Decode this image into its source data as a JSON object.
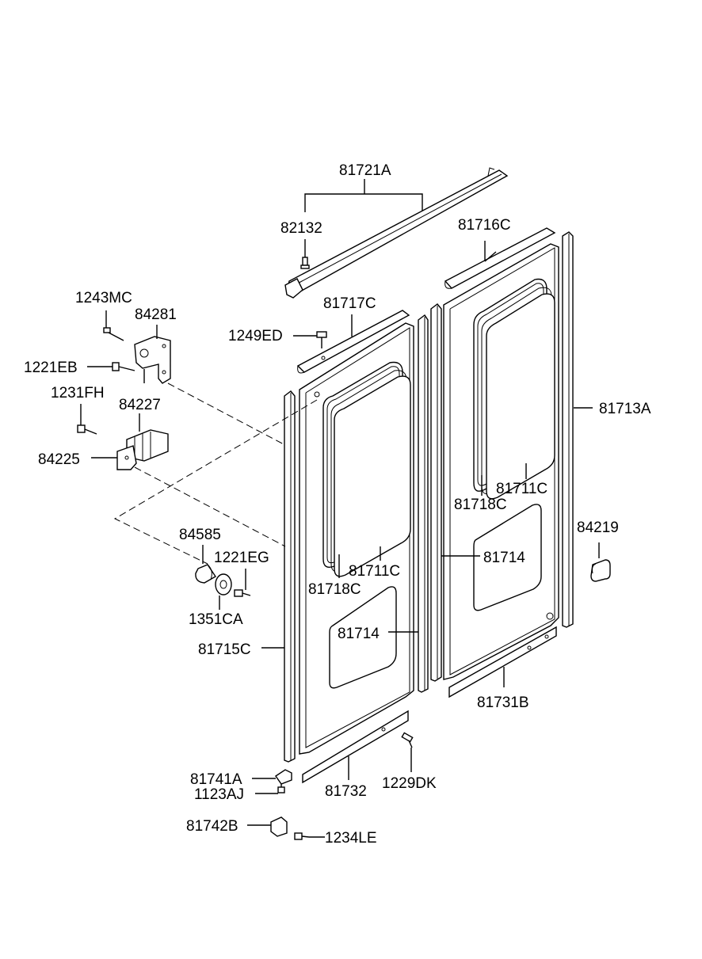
{
  "callouts": {
    "p81721A": "81721A",
    "p82132": "82132",
    "p81716C": "81716C",
    "p1243MC": "1243MC",
    "p84281": "84281",
    "p81717C": "81717C",
    "p1249ED": "1249ED",
    "p1221EB": "1221EB",
    "p1231FH": "1231FH",
    "p84227": "84227",
    "p84225": "84225",
    "p81713A": "81713A",
    "p81711C_right": "81711C",
    "p81718C_right": "81718C",
    "p84219": "84219",
    "p84585": "84585",
    "p1221EG": "1221EG",
    "p81714_right": "81714",
    "p81711C_left": "81711C",
    "p81718C_left": "81718C",
    "p1351CA": "1351CA",
    "p81714_left": "81714",
    "p81715C": "81715C",
    "p81731B": "81731B",
    "p81741A": "81741A",
    "p1123AJ": "1123AJ",
    "p81732": "81732",
    "p1229DK": "1229DK",
    "p81742B": "81742B",
    "p1234LE": "1234LE"
  }
}
